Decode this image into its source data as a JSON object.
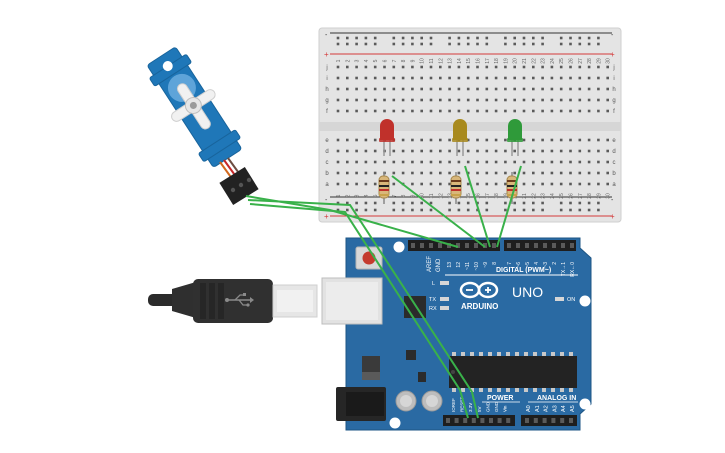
{
  "breadboard": {
    "power_plus": "+",
    "power_minus": "-",
    "row_letters_top": [
      "j",
      "i",
      "h",
      "g",
      "f"
    ],
    "row_letters_bottom": [
      "e",
      "d",
      "c",
      "b",
      "a"
    ],
    "column_numbers": [
      "1",
      "2",
      "3",
      "4",
      "5",
      "6",
      "7",
      "8",
      "9",
      "10",
      "11",
      "12",
      "13",
      "14",
      "15",
      "16",
      "17",
      "18",
      "19",
      "20",
      "21",
      "22",
      "23",
      "24",
      "25",
      "26",
      "27",
      "28",
      "29",
      "30"
    ]
  },
  "leds": [
    {
      "color_name": "red",
      "color": "#c0312b"
    },
    {
      "color_name": "yellow",
      "color": "#a88a1e"
    },
    {
      "color_name": "green",
      "color": "#2f9a3a"
    }
  ],
  "wire_color": "#39b14a",
  "arduino": {
    "brand": "ARDUINO",
    "model": "UNO",
    "digital_label": "DIGITAL (PWM~)",
    "power_label": "POWER",
    "analog_label": "ANALOG IN",
    "on_label": "ON",
    "l_label": "L",
    "tx_label": "TX",
    "rx_label": "RX",
    "aref": "AREF",
    "gnd": "GND",
    "digital_pins": [
      "13",
      "12",
      "~11",
      "~10",
      "~9",
      "8",
      "7",
      "~6",
      "~5",
      "4",
      "~3",
      "2",
      "TX→1",
      "RX←0"
    ],
    "power_pins": [
      "IOREF",
      "RESET",
      "3.3V",
      "5V",
      "GND",
      "GND",
      "Vin"
    ],
    "analog_pins": [
      "A0",
      "A1",
      "A2",
      "A3",
      "A4",
      "A5"
    ]
  },
  "usb_cable": {
    "icon": "usb-icon"
  },
  "servo": {
    "icon": "servo-horn-icon"
  }
}
